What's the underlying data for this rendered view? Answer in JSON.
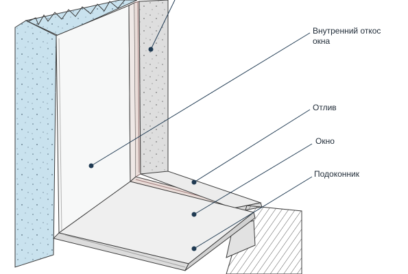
{
  "labels": {
    "inner_slope_line1": "Внутренний откос",
    "inner_slope_line2": "окна",
    "otliv": "Отлив",
    "okno": "Окно",
    "podokonnik": "Подоконник"
  },
  "colors": {
    "wall_blue": "#c9e2ee",
    "slope_white": "#f7f8f8",
    "outer_concrete": "#dedede",
    "leader": "#1f3a52",
    "outline": "#3a3a3a"
  }
}
